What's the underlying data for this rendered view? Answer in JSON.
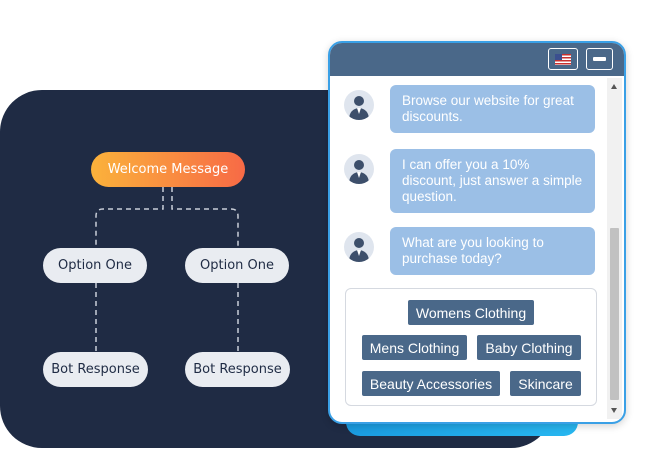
{
  "flow": {
    "welcome_label": "Welcome Message",
    "option_left": "Option One",
    "option_right": "Option One",
    "bot_left": "Bot Response",
    "bot_right": "Bot Response"
  },
  "chat": {
    "language_icon": "us-flag-icon",
    "minimize_icon": "minimize-icon",
    "messages": [
      {
        "text": "Browse our website for great discounts."
      },
      {
        "text": "I can offer you a 10% discount, just answer a simple question."
      },
      {
        "text": "What are you looking to purchase today?"
      }
    ],
    "options": [
      "Womens Clothing",
      "Mens Clothing",
      "Baby Clothing",
      "Beauty Accessories",
      "Skincare"
    ]
  },
  "colors": {
    "panel": "#1f2b44",
    "welcome_gradient": [
      "#fbb23b",
      "#f76a46"
    ],
    "chat_header": "#4a6889",
    "bubble": "#9bbfe6",
    "accent": "#3aa0e6"
  }
}
